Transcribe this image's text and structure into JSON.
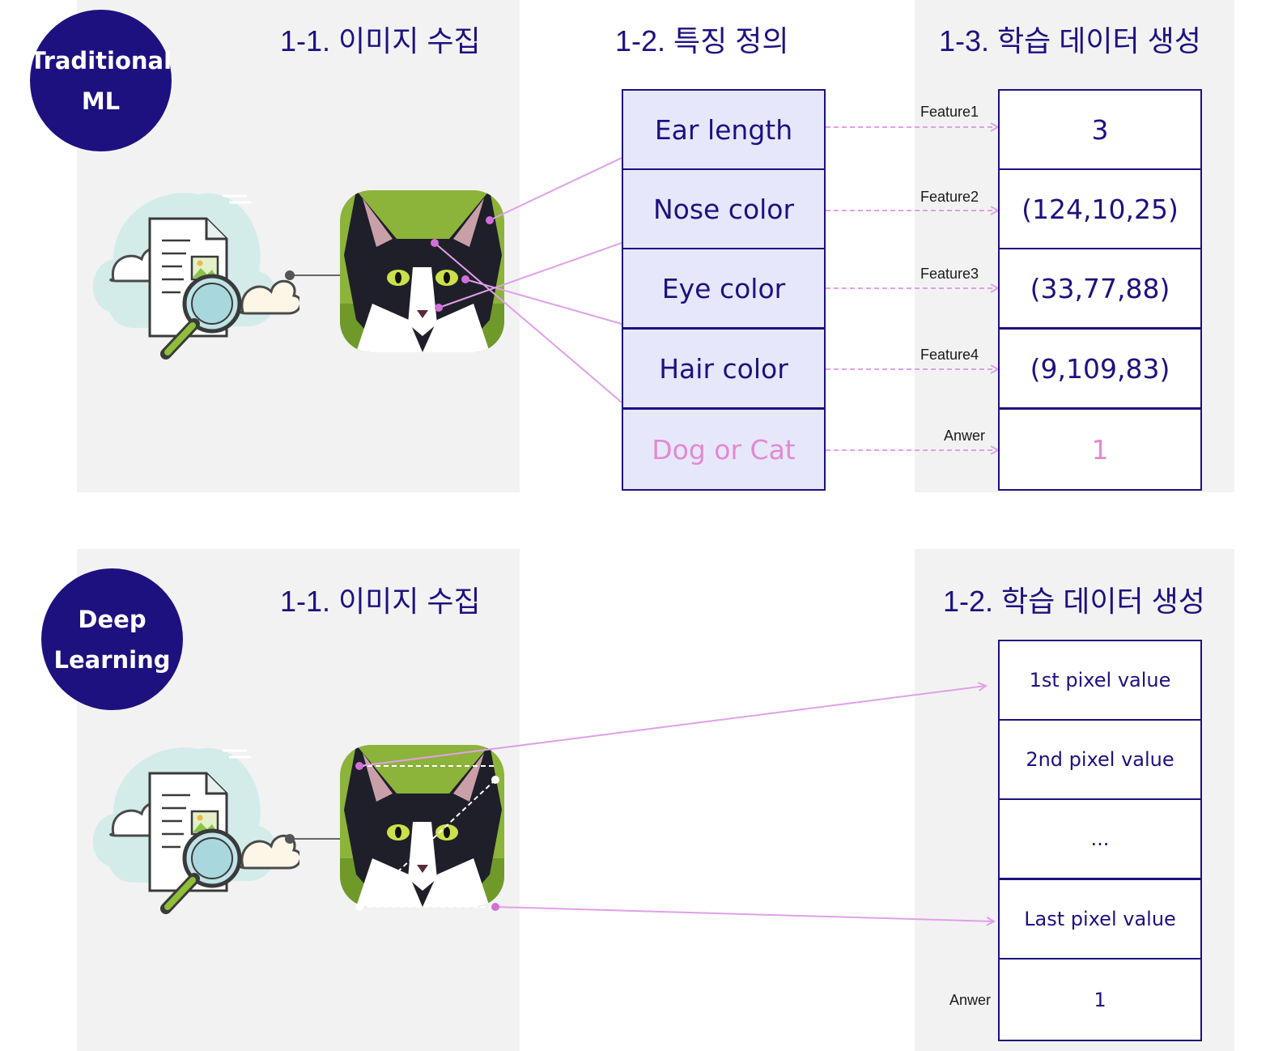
{
  "traditional": {
    "badge_line1": "Traditional",
    "badge_line2": "ML",
    "stage1_title": "1-1. 이미지 수집",
    "stage2_title": "1-2. 특징 정의",
    "stage3_title": "1-3. 학습 데이터 생성",
    "features": [
      "Ear length",
      "Nose color",
      "Eye color",
      "Hair color",
      "Dog or Cat"
    ],
    "arrow_labels": [
      "Feature1",
      "Feature2",
      "Feature3",
      "Feature4",
      "Anwer"
    ],
    "values": [
      "3",
      "(124,10,25)",
      "(33,77,88)",
      "(9,109,83)",
      "1"
    ]
  },
  "deep": {
    "badge_line1": "Deep",
    "badge_line2": "Learning",
    "stage1_title": "1-1. 이미지 수집",
    "stage2_title": "1-2. 학습 데이터 생성",
    "pixels": [
      "1st pixel value",
      "2nd pixel value",
      "...",
      "Last pixel value",
      "1"
    ],
    "answer_label": "Anwer"
  },
  "colors": {
    "navy": "#1d1180",
    "panel": "#f2f2f2",
    "feature_fill": "#e7e7fb",
    "answer_pink": "#e08ad2",
    "connector": "#e0a0e8"
  },
  "icons": [
    "document-search-icon",
    "cloud-icon",
    "cat-photo"
  ]
}
